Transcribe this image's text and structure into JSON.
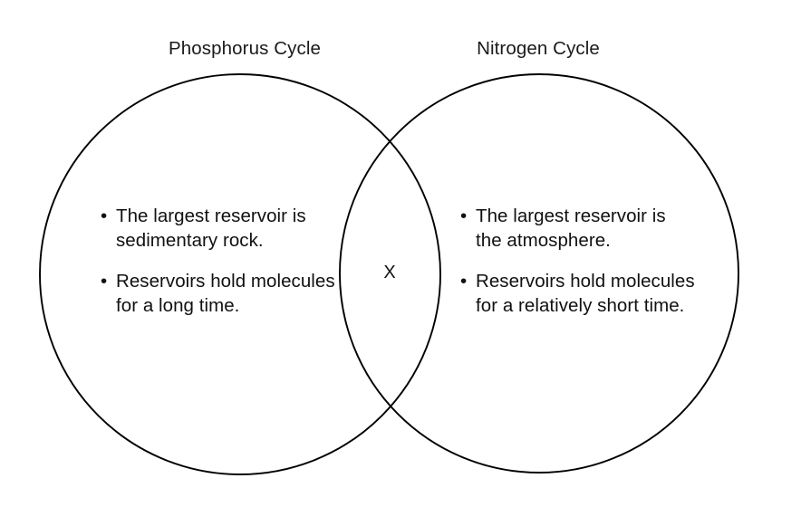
{
  "diagram": {
    "type": "venn",
    "background_color": "#ffffff",
    "stroke_color": "#000000",
    "text_color": "#111111",
    "left_circle": {
      "title": "Phosphorus Cycle",
      "items": [
        "The largest reservoir is sedimentary rock.",
        "Reservoirs hold molecules for a long time."
      ]
    },
    "right_circle": {
      "title": "Nitrogen Cycle",
      "items": [
        "The largest reservoir is the atmosphere.",
        "Reservoirs hold molecules for a relatively short time."
      ]
    },
    "overlap": {
      "label": "X"
    },
    "bullet_glyph": "•"
  }
}
